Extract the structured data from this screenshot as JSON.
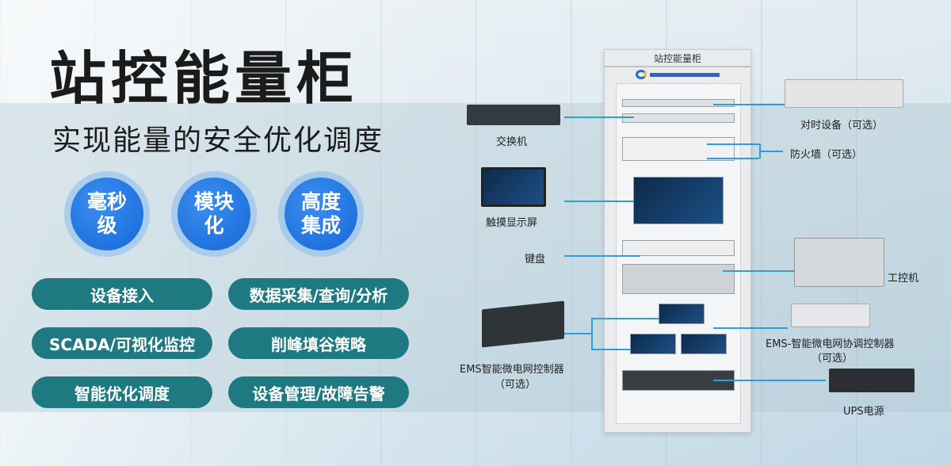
{
  "title": "站控能量柜",
  "subtitle": "实现能量的安全优化调度",
  "badges": [
    "毫秒级",
    "模块化",
    "高度集成"
  ],
  "features": [
    "设备接入",
    "数据采集/查询/分析",
    "SCADA/可视化监控",
    "削峰填谷策略",
    "智能优化调度",
    "设备管理/故障告警"
  ],
  "cabinet": {
    "title": "站控能量柜"
  },
  "components": {
    "switch": "交换机",
    "touchscreen": "触摸显示屏",
    "keyboard": "键盘",
    "ems_left": "EMS智能微电网控制器",
    "ems_left_opt": "（可选）",
    "timing": "对时设备（可选）",
    "firewall": "防火墙（可选）",
    "ipc": "工控机",
    "ems_right": "EMS-智能微电网协调控制器",
    "ems_right_opt": "（可选）",
    "ups": "UPS电源"
  },
  "colors": {
    "pill": "#1e7a80",
    "badge": "#1566d6",
    "line": "#2a9ee0"
  }
}
